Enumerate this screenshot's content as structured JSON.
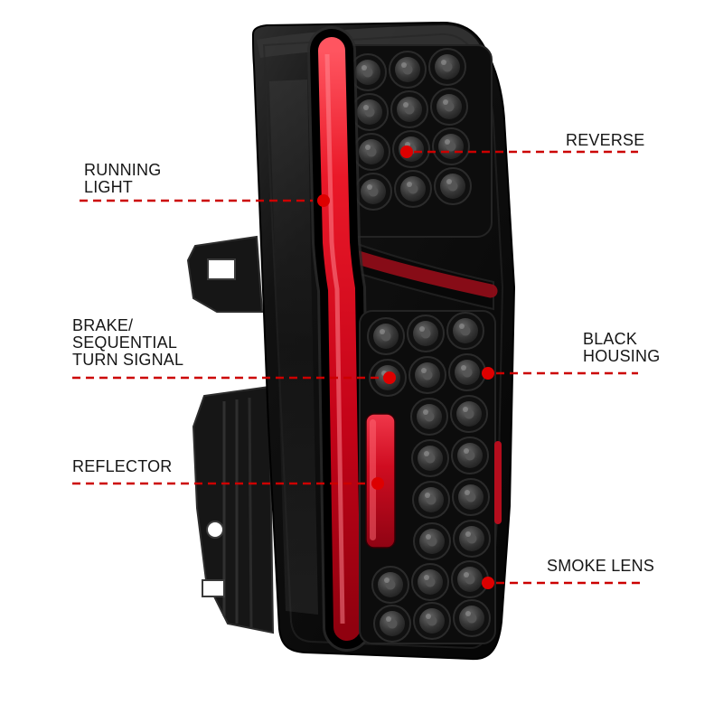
{
  "diagram": {
    "subject": "LED tail light assembly annotated diagram",
    "background": "#ffffff"
  },
  "colors": {
    "callout_line": "#cc0000",
    "callout_dot": "#dd0000",
    "label_text": "#161616",
    "housing_black": "#0a0a0a",
    "light_bar_red": "#e51325",
    "reflector_red": "#cf0c20"
  },
  "callouts": {
    "running_light": {
      "lines": [
        "RUNNING",
        "LIGHT"
      ]
    },
    "reverse": {
      "lines": [
        "REVERSE"
      ]
    },
    "brake_sequential_turn_signal": {
      "lines": [
        "BRAKE/",
        "SEQUENTIAL",
        "TURN SIGNAL"
      ]
    },
    "black_housing": {
      "lines": [
        "BLACK",
        "HOUSING"
      ]
    },
    "reflector": {
      "lines": [
        "REFLECTOR"
      ]
    },
    "smoke_lens": {
      "lines": [
        "SMOKE LENS"
      ]
    }
  }
}
